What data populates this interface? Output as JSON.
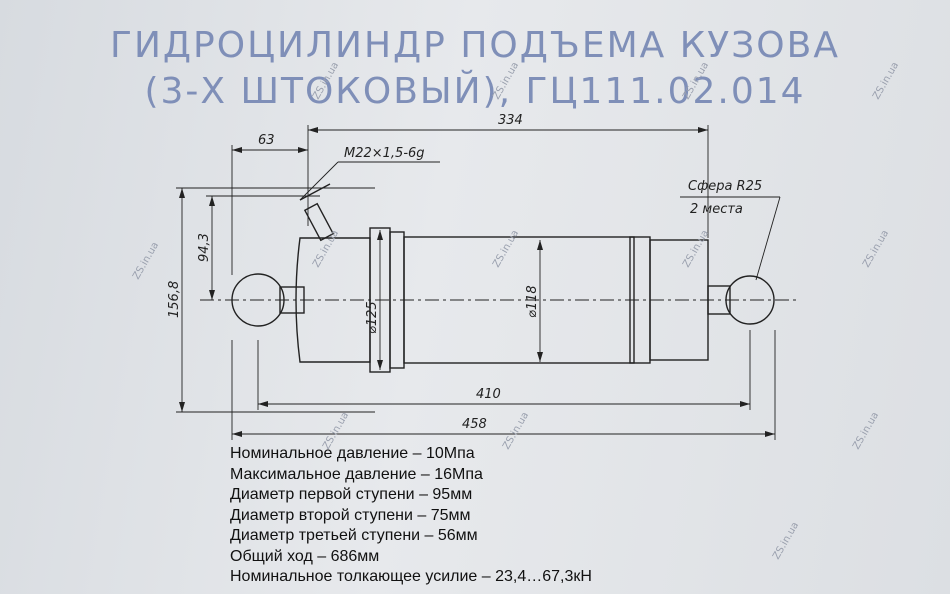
{
  "title": {
    "line1": "ГИДРОЦИЛИНДР ПОДЪЕМА КУЗОВА",
    "line2": "(3-Х ШТОКОВЫЙ), ГЦ111.02.014"
  },
  "dimensions": {
    "overall_length": "334",
    "left_offset": "63",
    "thread": "M22×1,5-6g",
    "sphere_label": "Сфера R25",
    "sphere_count": "2 места",
    "height_total": "156,8",
    "height_half": "94,3",
    "dia_outer": "⌀125",
    "dia_inner": "⌀118",
    "length_body": "410",
    "length_total": "458"
  },
  "specs": [
    "Номинальное давление – 10Мпа",
    "Максимальное давление – 16Мпа",
    "Диаметр первой ступени – 95мм",
    "Диаметр второй ступени – 75мм",
    "Диаметр третьей ступени – 56мм",
    "Общий ход – 686мм",
    "Номинальное толкающее усилие – 23,4…67,3кН"
  ],
  "watermark": "ZS.in.ua",
  "colors": {
    "title": "#7f8fb8",
    "line": "#222222",
    "background": "#e3e6ea"
  }
}
